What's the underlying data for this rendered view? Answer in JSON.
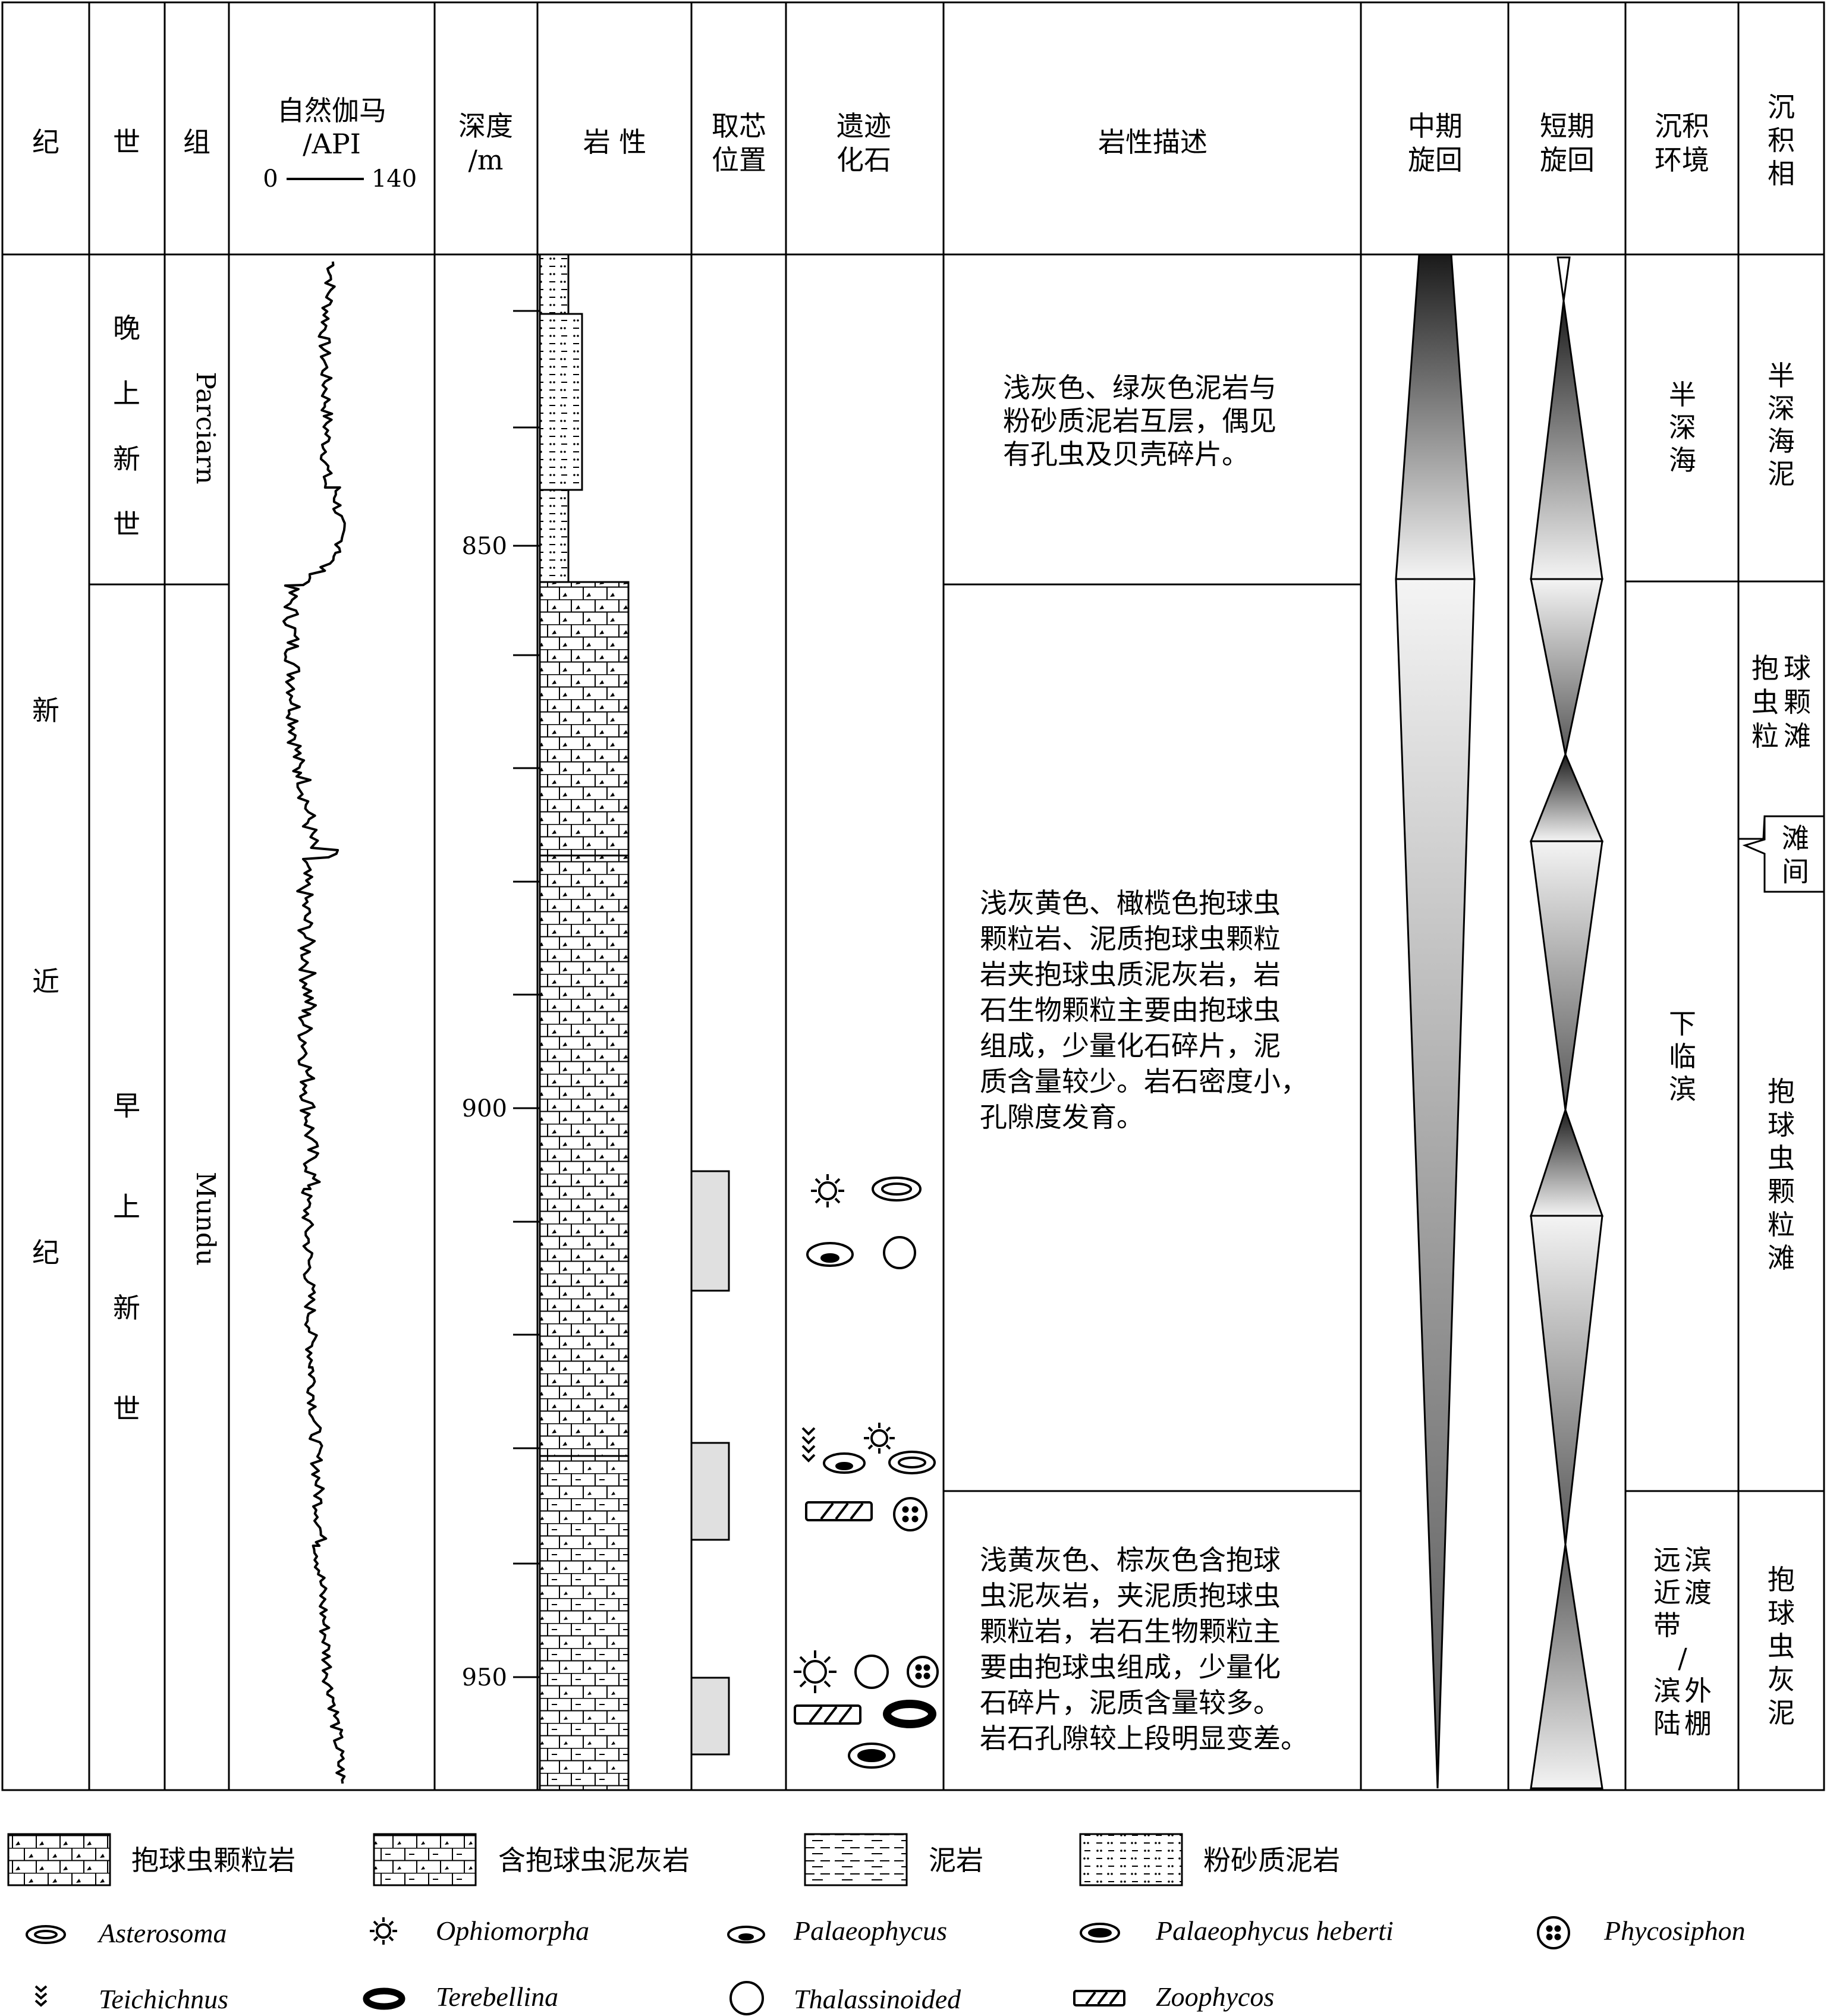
{
  "headers": {
    "period": "纪",
    "epoch": "世",
    "formation": "组",
    "gamma_title": "自然伽马",
    "gamma_unit": "/API",
    "gamma_min": "0",
    "gamma_max": "140",
    "depth_title": "深度",
    "depth_unit": "/m",
    "lithology": "岩 性",
    "core_l1": "取芯",
    "core_l2": "位置",
    "trace_l1": "遗迹",
    "trace_l2": "化石",
    "description": "岩性描述",
    "mid_cycle_l1": "中期",
    "mid_cycle_l2": "旋回",
    "short_cycle_l1": "短期",
    "short_cycle_l2": "旋回",
    "environment_l1": "沉积",
    "environment_l2": "环境",
    "facies_chars": [
      "沉",
      "积",
      "相"
    ]
  },
  "period_chars": [
    "新",
    "近",
    "纪"
  ],
  "epochs": {
    "upper_chars": [
      "晚",
      "上",
      "新",
      "世"
    ],
    "lower_chars": [
      "早",
      "上",
      "新",
      "世"
    ]
  },
  "formations": {
    "upper": "Parciarn",
    "lower": "Mundu"
  },
  "depth_ticks": [
    "850",
    "900",
    "950"
  ],
  "descriptions": {
    "upper": [
      "浅灰色、绿灰色泥岩与",
      "粉砂质泥岩互层，偶见",
      "有孔虫及贝壳碎片。"
    ],
    "middle": [
      "浅灰黄色、橄榄色抱球虫",
      "颗粒岩、泥质抱球虫颗粒",
      "岩夹抱球虫质泥灰岩，岩",
      "石生物颗粒主要由抱球虫",
      "组成，少量化石碎片，泥",
      "质含量较少。岩石密度小，",
      "孔隙度发育。"
    ],
    "lower": [
      "浅黄灰色、棕灰色含抱球",
      "虫泥灰岩，夹泥质抱球虫",
      "颗粒岩，岩石生物颗粒主",
      "要由抱球虫组成，少量化",
      "石碎片，泥质含量较多。",
      "岩石孔隙较上段明显变差。"
    ]
  },
  "environments": {
    "upper": [
      "半",
      "深",
      "海"
    ],
    "middle": [
      "下",
      "临",
      "滨"
    ],
    "lower_left": [
      "远",
      "近",
      "带",
      "/",
      "滨",
      "陆"
    ],
    "lower_right": [
      "滨",
      "渡",
      "外",
      "棚"
    ]
  },
  "facies": {
    "upper": [
      "半",
      "深",
      "海",
      "泥"
    ],
    "grain_upper": [
      "抱",
      "球",
      "虫",
      "颗",
      "粒",
      "滩"
    ],
    "interbank": [
      "滩",
      "间"
    ],
    "grain_lower": [
      "抱",
      "球",
      "虫",
      "颗",
      "粒",
      "滩"
    ],
    "lime_mud": [
      "抱",
      "球",
      "虫",
      "灰",
      "泥"
    ]
  },
  "legend": {
    "lithology": [
      "抱球虫颗粒岩",
      "含抱球虫泥灰岩",
      "泥岩",
      "粉砂质泥岩"
    ],
    "fossils_row1": [
      "Asterosoma",
      "Ophiomorpha",
      "Palaeophycus",
      "Palaeophycus heberti",
      "Phycosiphon"
    ],
    "fossils_row2": [
      "Teichichnus",
      "Terebellina",
      "Thalassinoided",
      "Zoophycos"
    ]
  }
}
